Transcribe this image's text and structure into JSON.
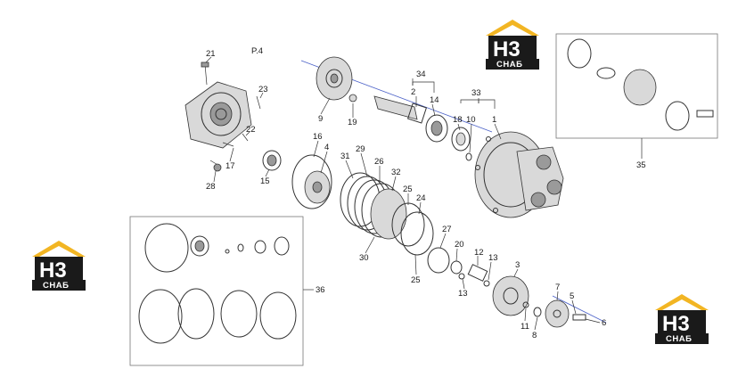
{
  "page_label": "P.4",
  "logo": {
    "mark": "H3",
    "caption": "СНАБ",
    "roof_color": "#f2b523",
    "ink_color": "#1a1a1a"
  },
  "callouts": {
    "n1": "1",
    "n2": "2",
    "n3": "3",
    "n4": "4",
    "n5": "5",
    "n6": "6",
    "n7": "7",
    "n8": "8",
    "n9": "9",
    "n10": "10",
    "n11": "11",
    "n12": "12",
    "n13a": "13",
    "n13b": "13",
    "n14": "14",
    "n15": "15",
    "n16": "16",
    "n17": "17",
    "n18": "18",
    "n19": "19",
    "n20": "20",
    "n21": "21",
    "n22": "22",
    "n23": "23",
    "n24": "24",
    "n25a": "25",
    "n25b": "25",
    "n26": "26",
    "n27": "27",
    "n28": "28",
    "n29": "29",
    "n30": "30",
    "n31": "31",
    "n32": "32",
    "n33": "33",
    "n34": "34",
    "n35": "35",
    "n36": "36"
  }
}
